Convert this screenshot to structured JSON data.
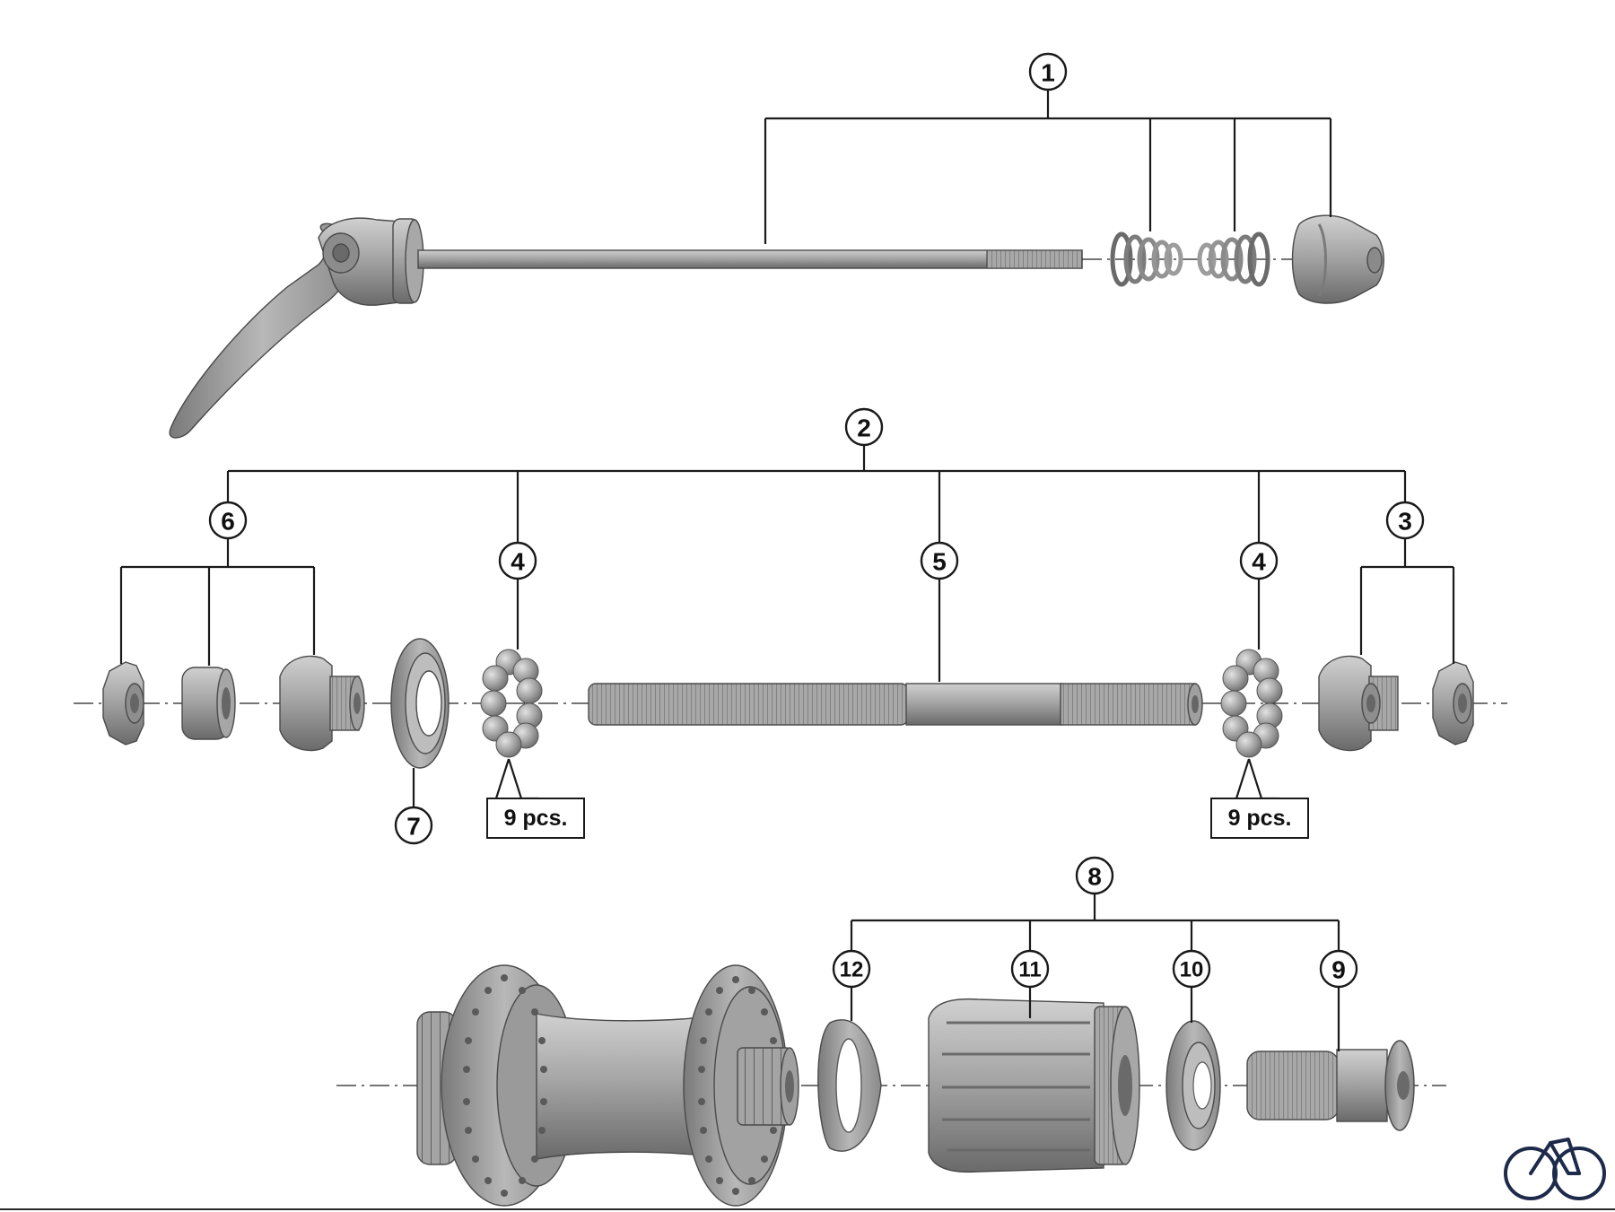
{
  "callouts": {
    "c1": "1",
    "c2": "2",
    "c3": "3",
    "c4a": "4",
    "c4b": "4",
    "c5": "5",
    "c6": "6",
    "c7": "7",
    "c8": "8",
    "c9": "9",
    "c10": "10",
    "c11": "11",
    "c12": "12"
  },
  "quantities": {
    "left_balls": "9 pcs.",
    "right_balls": "9 pcs."
  },
  "colors": {
    "part_fill": "#9a9a9a",
    "part_dark": "#6e6e6e",
    "part_light": "#c4c4c4",
    "line": "#1a1a1a"
  },
  "icons": {
    "brand_logo": "bicycle-icon"
  }
}
